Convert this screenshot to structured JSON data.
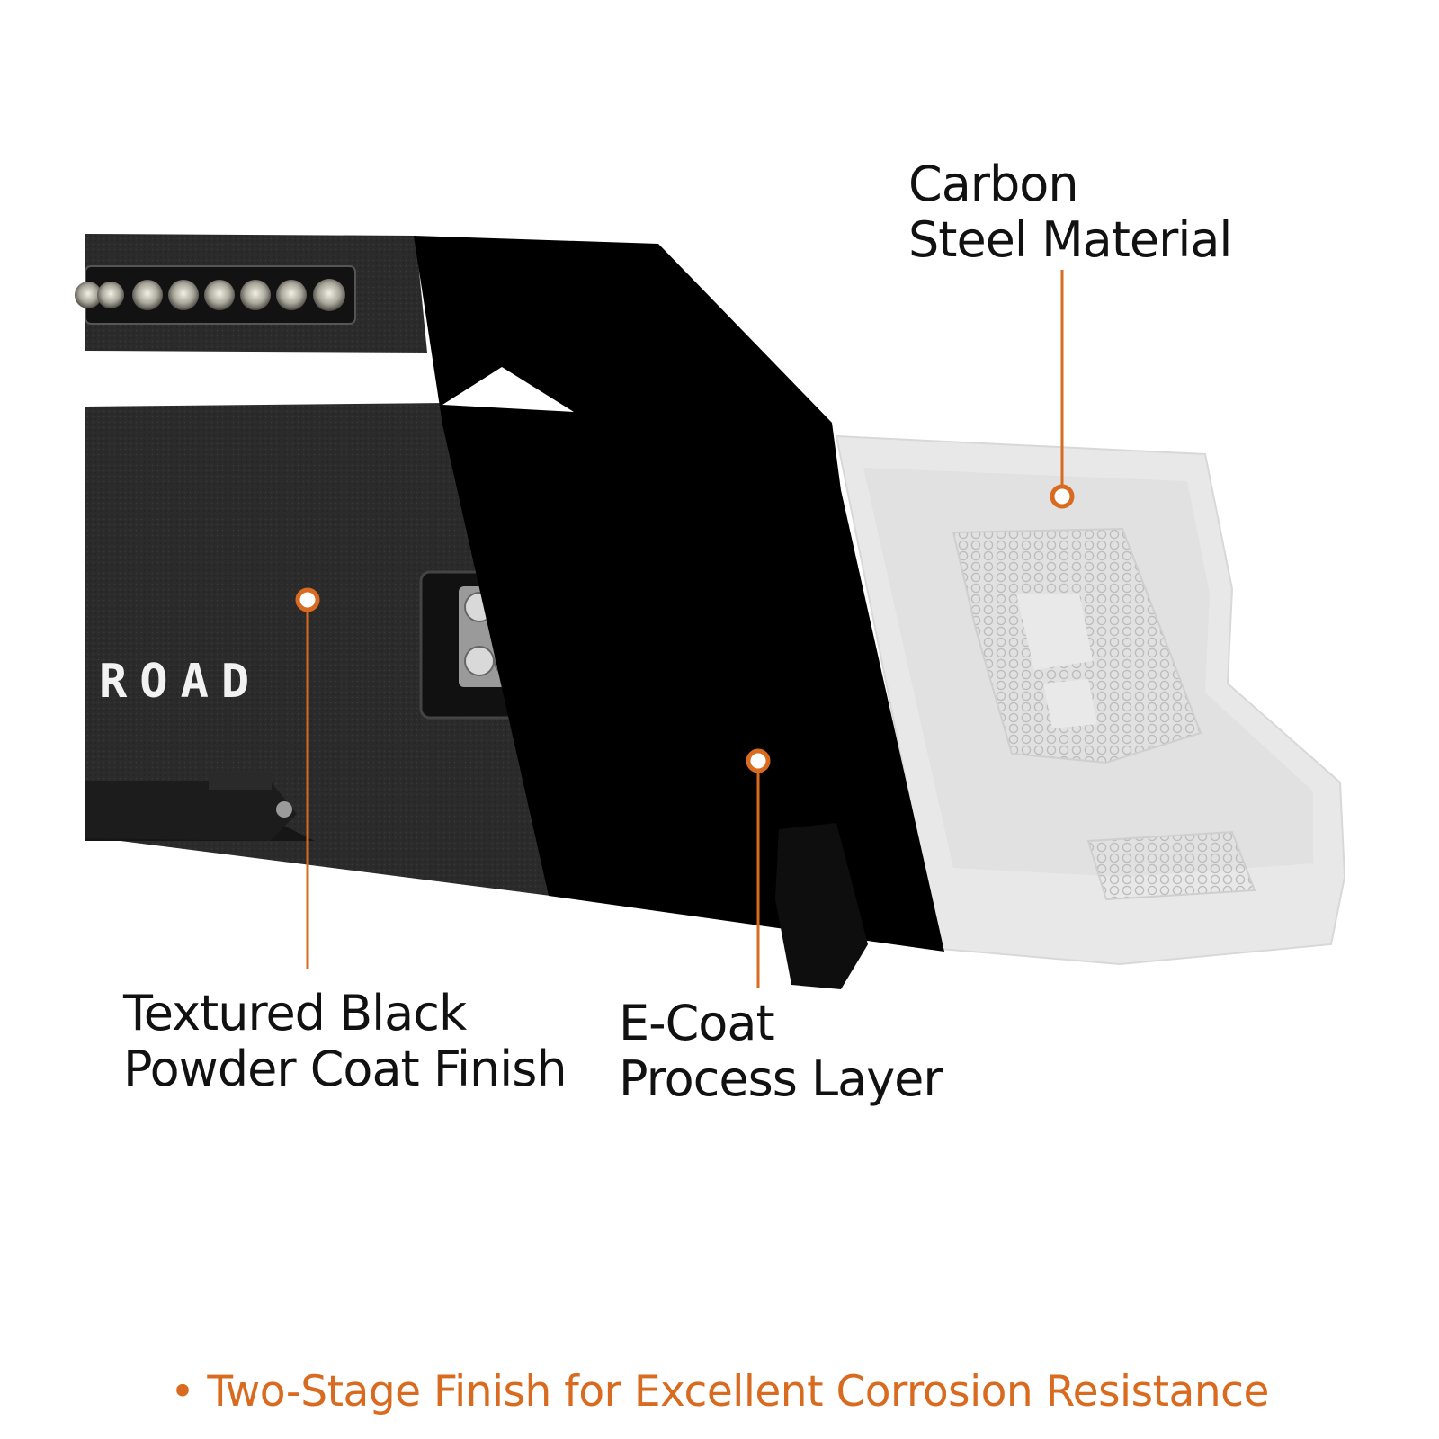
{
  "labels": {
    "carbon": {
      "line1": "Carbon",
      "line2": "Steel Material"
    },
    "powder": {
      "line1": "Textured Black",
      "line2": "Powder Coat Finish"
    },
    "ecoat": {
      "line1": "E-Coat",
      "line2": "Process Layer"
    }
  },
  "badge_text": "ROAD",
  "footer": {
    "bullet": "•",
    "text": "Two-Stage Finish for Excellent Corrosion Resistance"
  },
  "colors": {
    "accent": "#d86b1f",
    "text": "#111111",
    "powder_coat": "#2a2a2a",
    "ecoat": "#000000",
    "raw_steel": "#e6e6e6"
  },
  "icons": [
    "bumper-illustration",
    "led-light-bar",
    "cube-work-light",
    "callout-dot"
  ]
}
